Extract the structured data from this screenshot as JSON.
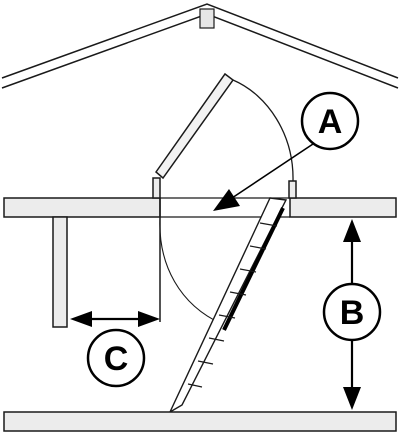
{
  "diagram": {
    "labels": {
      "a": "A",
      "b": "B",
      "c": "C"
    },
    "colors": {
      "line": "#1a1a1a",
      "plank_fill": "#ececec",
      "background": "#ffffff"
    }
  }
}
